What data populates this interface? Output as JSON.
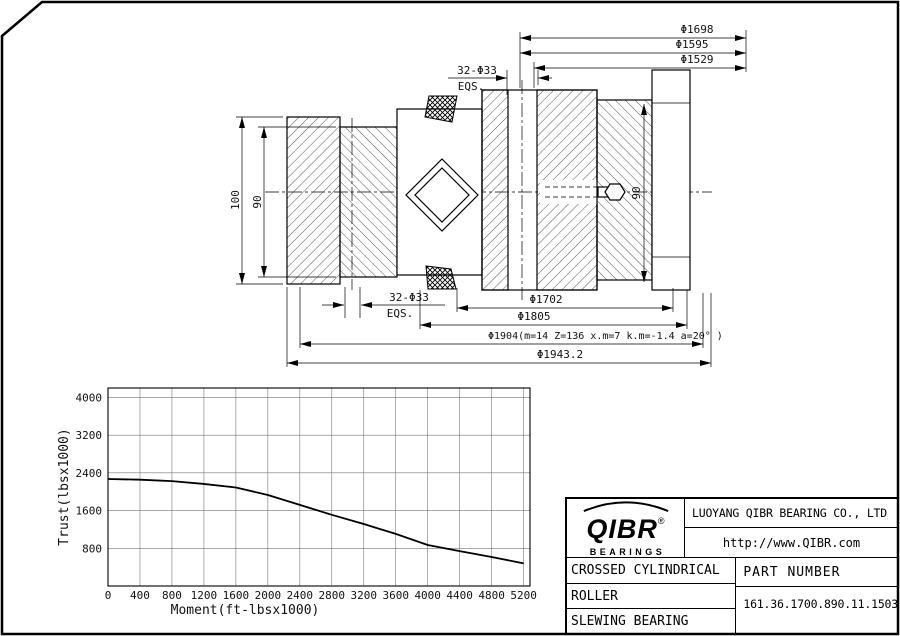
{
  "drawing": {
    "dim_d1698": "Φ1698",
    "dim_d1595": "Φ1595",
    "dim_d1529": "Φ1529",
    "bolt_top_line1": "32-Φ33",
    "bolt_top_line2": "EQS.",
    "dim_100": "100",
    "dim_90_left": "90",
    "dim_90_right": "90",
    "bolt_bottom_line1": "32-Φ33",
    "bolt_bottom_line2": "EQS.",
    "dim_d1702": "Φ1702",
    "dim_d1805": "Φ1805",
    "dim_d1904": "Φ1904(m=14 Z=136 x.m=7 k.m=-1.4 a=20° )",
    "dim_d1943": "Φ1943.2"
  },
  "chart_data": {
    "type": "line",
    "xlabel": "Moment(ft-lbsx1000)",
    "ylabel": "Trust(lbsx1000)",
    "xticks": [
      0,
      400,
      800,
      1200,
      1600,
      2000,
      2400,
      2800,
      3200,
      3600,
      4000,
      4400,
      4800,
      5200
    ],
    "yticks": [
      800,
      1600,
      2400,
      3200,
      4000
    ],
    "xlim": [
      0,
      5280
    ],
    "ylim": [
      0,
      4200
    ],
    "grid": true,
    "legend": "none",
    "series": [
      {
        "name": "thrust-vs-moment-capacity",
        "x": [
          0,
          400,
          800,
          1200,
          1600,
          2000,
          2400,
          2800,
          3200,
          3600,
          4000,
          4400,
          4800,
          5200
        ],
        "y": [
          2270,
          2255,
          2225,
          2165,
          2090,
          1930,
          1720,
          1510,
          1315,
          1105,
          870,
          740,
          615,
          480
        ]
      }
    ]
  },
  "title_block": {
    "brand": "QIBR",
    "brand_reg": "®",
    "brand_sub": "BEARINGS",
    "company": "LUOYANG QIBR BEARING CO., LTD",
    "website": "http://www.QIBR.com",
    "product": [
      "CROSSED CYLINDRICAL",
      "ROLLER",
      "SLEWING BEARING"
    ],
    "part_number_label": "PART NUMBER",
    "part_number": "161.36.1700.890.11.1503"
  }
}
